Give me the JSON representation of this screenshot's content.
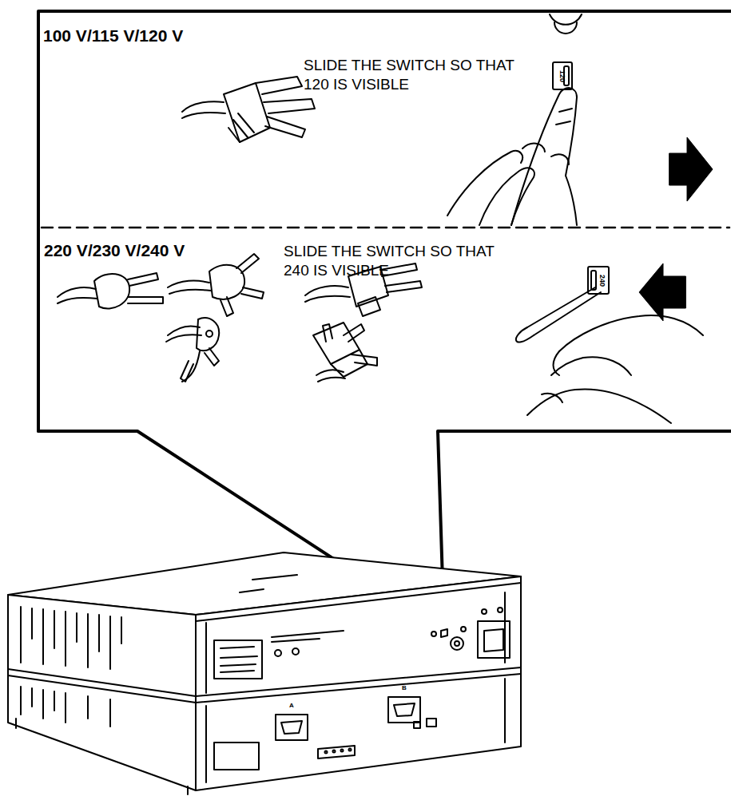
{
  "diagram": {
    "nodes": [
      {
        "text": [
          "100 V/115 V/120 V",
          "SLIDE THE SWITCH SO THAT 120 IS VISIBLE"
        ]
      },
      {
        "text": [
          "220 V/230 V/240 V",
          "SLIDE THE SWITCH SO THAT 240 IS VISIBLE"
        ]
      }
    ],
    "labels": [
      "120",
      "240",
      "A",
      "B"
    ]
  }
}
